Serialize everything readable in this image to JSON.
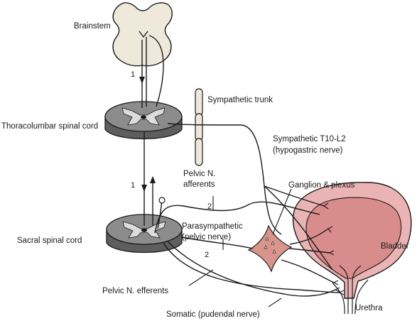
{
  "labels": {
    "brainstem": "Brainstem",
    "thoracolumbar": "Thoracolumbar spinal cord",
    "sacral": "Sacral spinal cord",
    "sympathetic_trunk": "Sympathetic trunk",
    "sympathetic_t10_l2": "Sympathetic T10-L2",
    "hypogastric_nerve": "(hypogastric nerve)",
    "pelvic_n": "Pelvic N.",
    "afferents": "afferents",
    "ganglion_plexus": "Ganglion & plexus",
    "parasympathetic": "Parasympathetic",
    "pelvic_nerve": "(pelvic nerve)",
    "bladder": "Bladder",
    "pelvic_n_efferents": "Pelvic N. efferents",
    "urethra": "Urethra",
    "somatic": "Somatic (pudendal nerve)"
  },
  "numbers": {
    "pathway_1_upper": "1",
    "pathway_1_lower": "1",
    "pathway_2_afferent": "2",
    "pathway_2_efferent": "2"
  },
  "colors": {
    "brainstem_fill": "#efe9dc",
    "cord_gray": "#8c8c8c",
    "cord_dark": "#5e5e5e",
    "bladder_fill": "#eab4b4",
    "bladder_inner": "#d98c8c",
    "ganglion_fill": "#d9958c",
    "line": "#1a1a1a"
  }
}
